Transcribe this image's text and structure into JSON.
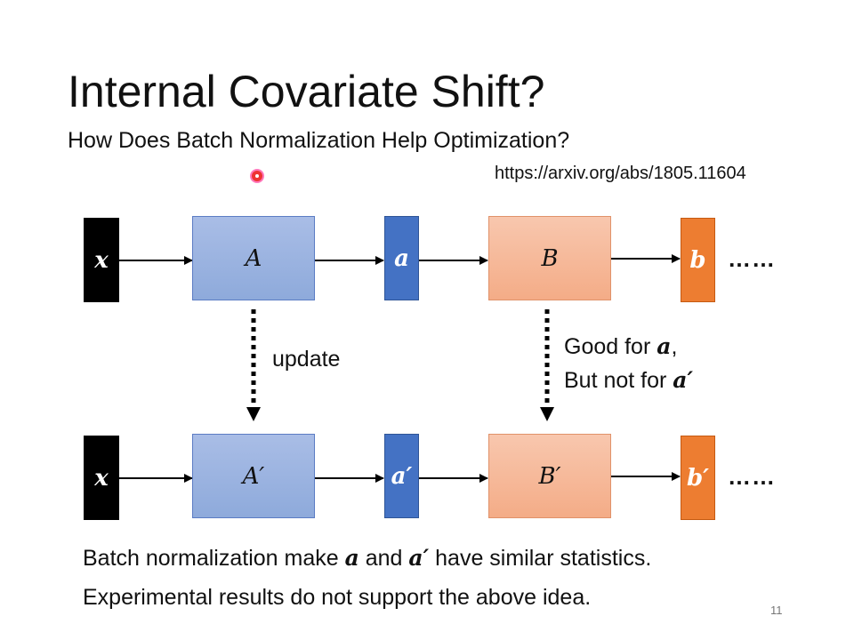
{
  "slide": {
    "title": "Internal Covariate Shift?",
    "subtitle": "How Does Batch Normalization Help Optimization?",
    "url": "https://arxiv.org/abs/1805.11604",
    "page_number": "11"
  },
  "diagram": {
    "top_row": {
      "x": "x",
      "A": "A",
      "a": "a",
      "B": "B",
      "b": "b",
      "ellipsis": "……"
    },
    "bottom_row": {
      "x": "x",
      "A": "A′",
      "a": "a′",
      "B": "B′",
      "b": "b′",
      "ellipsis": "……"
    },
    "update_label": "update",
    "good_for_label": "Good for ",
    "good_for_symbol": "a",
    "good_for_suffix": ",",
    "but_not_label": "But not for ",
    "but_not_symbol": "a′"
  },
  "captions": {
    "line1_prefix": "Batch normalization make ",
    "line1_sym1": "a",
    "line1_mid": " and ",
    "line1_sym2": "a′",
    "line1_suffix": " have similar statistics.",
    "line2": "Experimental results do not support the above idea."
  },
  "colors": {
    "block_blue": "#8eaadb",
    "small_blue": "#4472c4",
    "block_orange": "#f4ac87",
    "small_orange": "#ed7d31",
    "input_black": "#000000"
  }
}
